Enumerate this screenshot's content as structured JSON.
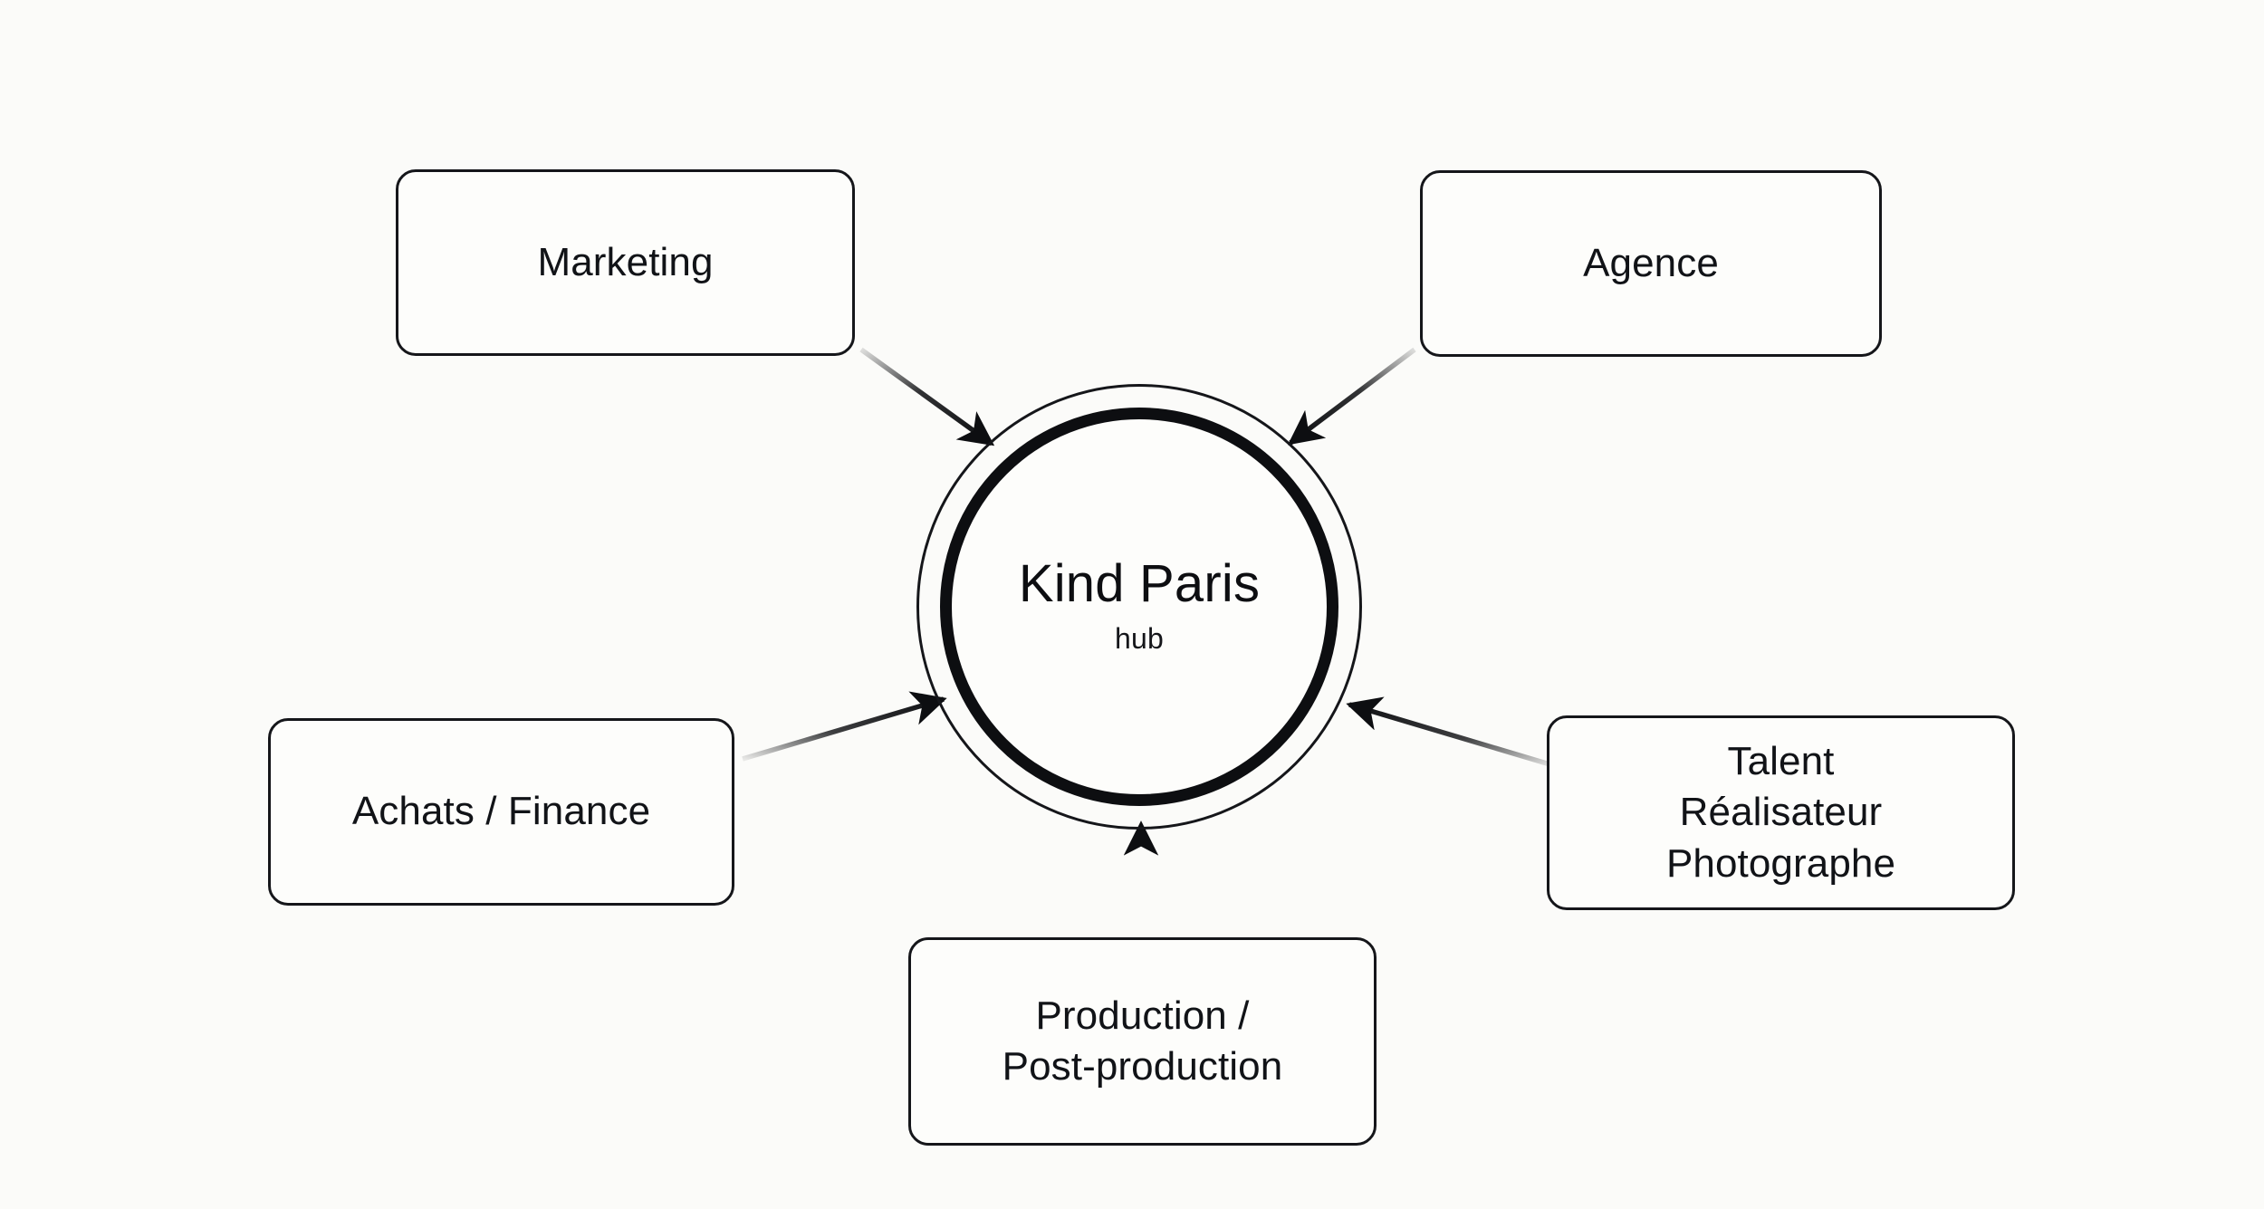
{
  "diagram": {
    "type": "hub-and-spoke",
    "title": "Kind Paris hub",
    "background_color": "#fbfbf9",
    "line_color": "#15161a",
    "hub": {
      "name": "hub-node",
      "title": "Kind Paris",
      "subtitle": "hub",
      "shape": "double-circle"
    },
    "nodes": [
      {
        "id": "marketing",
        "label": "Marketing",
        "position": "top-left",
        "shape": "rounded-rectangle"
      },
      {
        "id": "agence",
        "label": "Agence",
        "position": "top-right",
        "shape": "rounded-rectangle"
      },
      {
        "id": "achats-finance",
        "label": "Achats / Finance",
        "position": "left",
        "shape": "rounded-rectangle"
      },
      {
        "id": "talent",
        "label": "Talent\nRéalisateur\nPhotographe",
        "position": "right",
        "shape": "rounded-rectangle"
      },
      {
        "id": "production",
        "label": "Production /\nPost-production",
        "position": "bottom",
        "shape": "rounded-rectangle"
      }
    ],
    "edges": [
      {
        "id": "edge-marketing-hub",
        "from": "marketing",
        "to": "hub",
        "arrow": "to-hub",
        "label": ""
      },
      {
        "id": "edge-agence-hub",
        "from": "agence",
        "to": "hub",
        "arrow": "to-hub",
        "label": ""
      },
      {
        "id": "edge-achats-hub",
        "from": "achats-finance",
        "to": "hub",
        "arrow": "to-hub",
        "label": ""
      },
      {
        "id": "edge-talent-hub",
        "from": "talent",
        "to": "hub",
        "arrow": "to-hub",
        "label": ""
      },
      {
        "id": "edge-production-hub",
        "from": "production",
        "to": "hub",
        "arrow": "to-hub",
        "label": ""
      }
    ]
  }
}
